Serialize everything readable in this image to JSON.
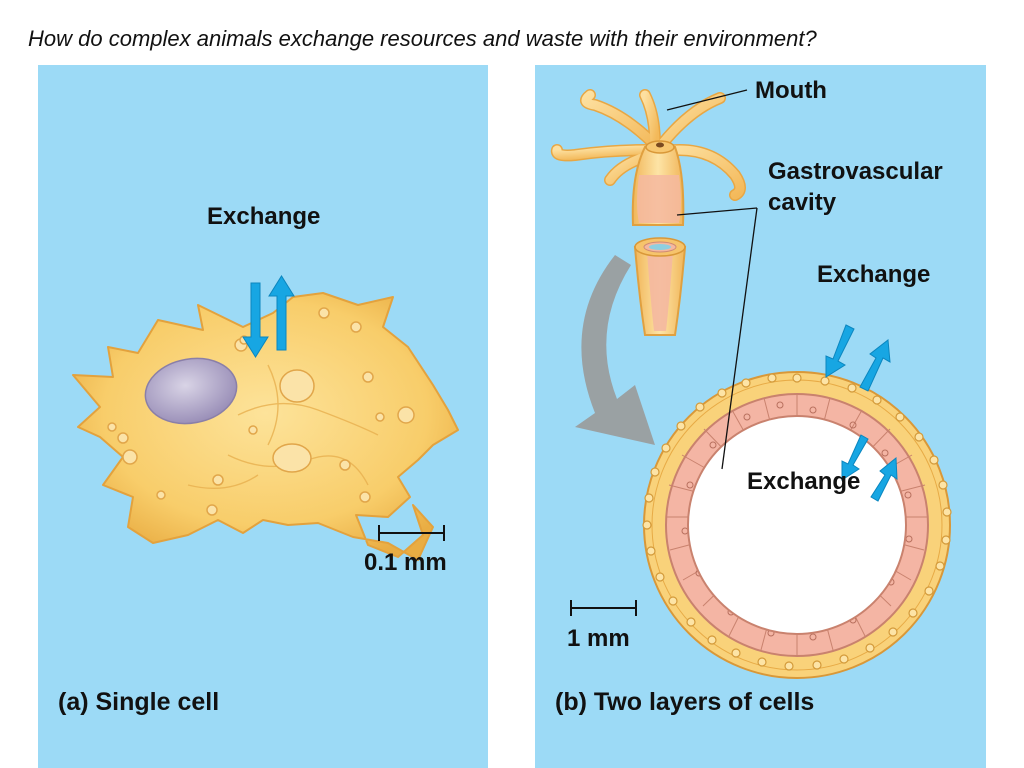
{
  "question": "How do complex animals exchange resources and waste with their environment?",
  "panel_a": {
    "caption": "(a) Single cell",
    "exchange_label": "Exchange",
    "scale_label": "0.1 mm"
  },
  "panel_b": {
    "caption": "(b) Two layers of cells",
    "mouth_label": "Mouth",
    "cavity_label_line1": "Gastrovascular",
    "cavity_label_line2": "cavity",
    "exchange_outer_label": "Exchange",
    "exchange_inner_label": "Exchange",
    "scale_label": "1 mm"
  },
  "colors": {
    "background": "#9cdaf6",
    "arrow": "#17a6e3",
    "cell": "#f9d27a",
    "inner_layer": "#f4b5a4"
  }
}
